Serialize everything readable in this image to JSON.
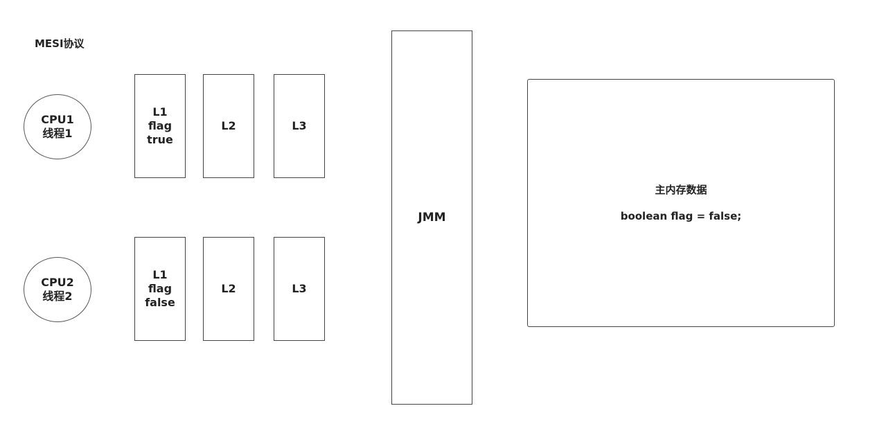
{
  "title": "MESI协议",
  "cpus": [
    {
      "name": "CPU1",
      "thread": "线程1",
      "caches": [
        {
          "label": "L1",
          "var": "flag",
          "value": "true"
        },
        {
          "label": "L2"
        },
        {
          "label": "L3"
        }
      ]
    },
    {
      "name": "CPU2",
      "thread": "线程2",
      "caches": [
        {
          "label": "L1",
          "var": "flag",
          "value": "false"
        },
        {
          "label": "L2"
        },
        {
          "label": "L3"
        }
      ]
    }
  ],
  "jmm_label": "JMM",
  "main_memory": {
    "title": "主内存数据",
    "code": "boolean flag = false;"
  }
}
